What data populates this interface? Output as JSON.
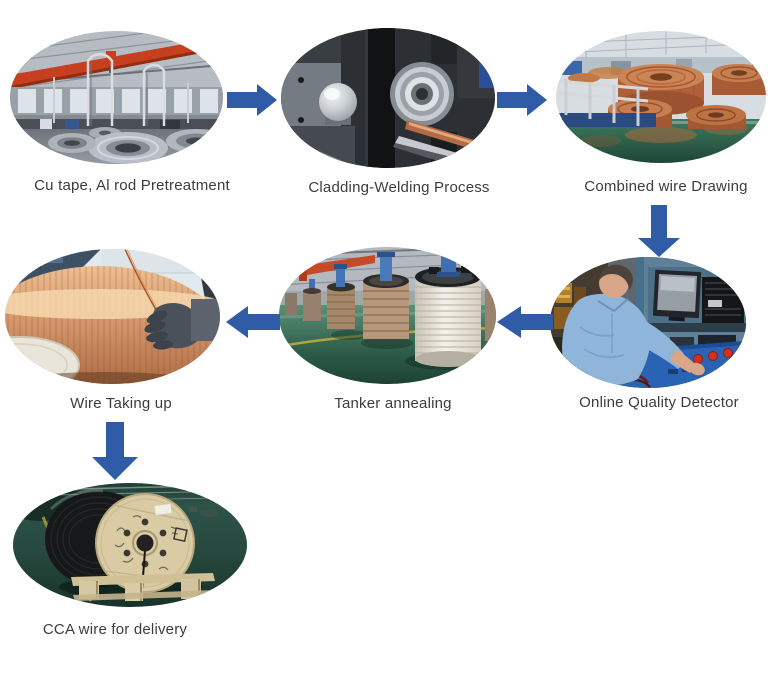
{
  "colors": {
    "arrow": "#2F5BA7",
    "caption": "#3C3C3E",
    "background": "#FFFFFF"
  },
  "steps": [
    {
      "id": 1,
      "label": "Cu tape, Al rod Pretreatment",
      "photo": "factory-hall-with-aluminum-rod-coils"
    },
    {
      "id": 2,
      "label": "Cladding-Welding Process",
      "photo": "cladding-welding-machine-closeup"
    },
    {
      "id": 3,
      "label": "Combined wire Drawing",
      "photo": "copper-wire-coil-drawing-line"
    },
    {
      "id": 4,
      "label": "Online Quality Detector",
      "photo": "operator-at-quality-detector-station"
    },
    {
      "id": 5,
      "label": "Tanker annealing",
      "photo": "row-of-annealing-tankers"
    },
    {
      "id": 6,
      "label": "Wire Taking up",
      "photo": "copper-wire-take-up-spool"
    },
    {
      "id": 7,
      "label": "CCA wire for delivery",
      "photo": "wooden-wire-reel-on-pallet"
    }
  ],
  "arrows": [
    {
      "from": "Cu tape, Al rod Pretreatment",
      "to": "Cladding-Welding Process",
      "direction": "right"
    },
    {
      "from": "Cladding-Welding Process",
      "to": "Combined wire Drawing",
      "direction": "right"
    },
    {
      "from": "Combined wire Drawing",
      "to": "Online Quality Detector",
      "direction": "down"
    },
    {
      "from": "Online Quality Detector",
      "to": "Tanker annealing",
      "direction": "left"
    },
    {
      "from": "Tanker annealing",
      "to": "Wire Taking up",
      "direction": "left"
    },
    {
      "from": "Wire Taking up",
      "to": "CCA wire for delivery",
      "direction": "down"
    }
  ]
}
